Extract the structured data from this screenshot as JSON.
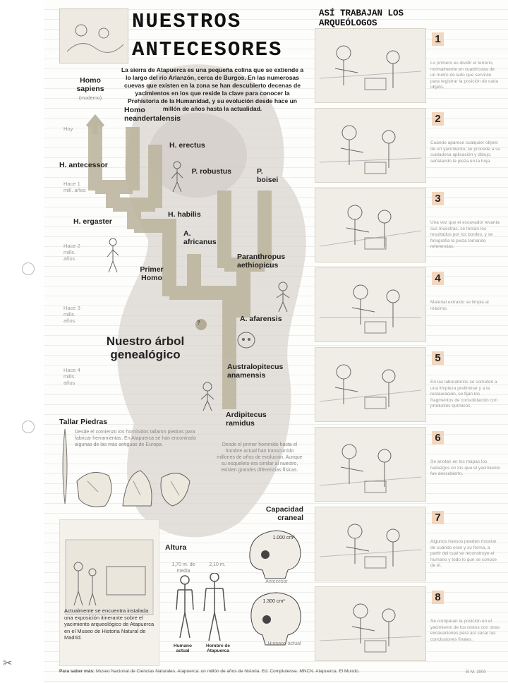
{
  "poster": {
    "title_line1": "NUESTROS",
    "title_line2": "ANTECESORES",
    "intro": "La sierra de Atapuerca es una pequeña colina que se extiende a lo largo del río Arlanzón, cerca de Burgos. En las numerosas cuevas que existen en la zona se han descubierto decenas de yacimientos en los que reside la clave para conocer la Prehistoria de la Humanidad, y su evolución desde hace un millón de años hasta la actualidad."
  },
  "tree": {
    "heading": "Nuestro árbol genealógico",
    "species": {
      "homo_sapiens": "Homo sapiens",
      "sapiens_note": "(moderno)",
      "neanderthal": "Homo neandertalensis",
      "antecessor": "H. antecessor",
      "erectus": "H. erectus",
      "robustus": "P. robustus",
      "boisei": "P. boisei",
      "ergaster": "H. ergaster",
      "habilis": "H. habilis",
      "africanus": "A. africanus",
      "aethiopicus": "Paranthropus aethiopicus",
      "primer_homo": "Primer Homo",
      "afarensis": "A. afarensis",
      "anamensis": "Australopitecus anamensis",
      "ramidus": "Ardipitecus ramidus",
      "unknown": "?"
    },
    "times": {
      "hoy": "Hoy",
      "t1": "Hace 1 mill. años",
      "t2": "Hace 2 mills. años",
      "t3": "Hace 3 mills. años",
      "t4": "Hace 4 mills. años"
    },
    "evolution_note": "Desde el primer hominido hasta el hombre actual han transcurrido millones de años de evolución. Aunque su esqueleto era similar al nuestro, existen grandes diferencias físicas."
  },
  "tools": {
    "heading": "Tallar Piedras",
    "text": "Desde el comienzo los homínidos tallaron piedras para fabricar herramientas. En Atapuerca se han encontrado algunas de las más antiguas de Europa."
  },
  "panels": {
    "museum_text": "Actualmente se encuentra instalada una exposición itinerante sobre el yacimiento arqueológico de Atapuerca en el Museo de Historia Natural de Madrid.",
    "height_heading": "Altura",
    "height_modern": "1,70 m. de media",
    "height_antecessor": "2,10 m.",
    "modern_label": "Humano actual",
    "antecessor_label": "Hombre de Atapuerca",
    "skull_heading": "Capacidad craneal",
    "skull_top_value": "1.000 cm³",
    "skull_top_label": "Antecesor",
    "skull_bottom_value": "1.300 cm³",
    "skull_bottom_label": "Humano actual"
  },
  "steps": {
    "heading": "ASÍ TRABAJAN LOS ARQUEÓLOGOS",
    "items": [
      {
        "num": "1",
        "text": "Lo primero es dividir el terreno, normalmente en cuadrículas de un metro de lado que servirán para registrar la posición de cada objeto."
      },
      {
        "num": "2",
        "text": "Cuando aparece cualquier objeto de un yacimiento, se procede a su cuidadosa aplicación y dibujo, señalando la pieza en la hoja."
      },
      {
        "num": "3",
        "text": "Una vez que el excavador levanta sus muestras, se toman los resultados por los bordes, y se fotografía la pieza tomando referencias."
      },
      {
        "num": "4",
        "text": "Material extraído se limpia al máximo."
      },
      {
        "num": "5",
        "text": "En las laboratorios se someten a una limpieza preliminar y a la restauración, se fijan los fragmentos de consolidación con productos químicos."
      },
      {
        "num": "6",
        "text": "Se anotan en los mapas los hallazgos en los que el yacimiento fue descubierto."
      },
      {
        "num": "7",
        "text": "Algunos huesos pueden mostrar de cuándo eran y su forma, a partir del cual se reconstruye el humano y todo lo que se conoce de él."
      },
      {
        "num": "8",
        "text": "Se comparan la posición en el yacimiento de los restos con otras excavaciones para así sacar las conclusiones finales."
      }
    ]
  },
  "footer": {
    "source_label": "Para saber más:",
    "source_text": "Museo Nacional de Ciencias Naturales. Atapuerca: un millón de años de historia. Ed. Complutense. MNCN. Atapuerca. El Mundo.",
    "code": "El M. 2000"
  },
  "colors": {
    "branch": "#bdb6a0",
    "silhouette": "#d9d4d0",
    "accent": "#f2d6bd"
  }
}
